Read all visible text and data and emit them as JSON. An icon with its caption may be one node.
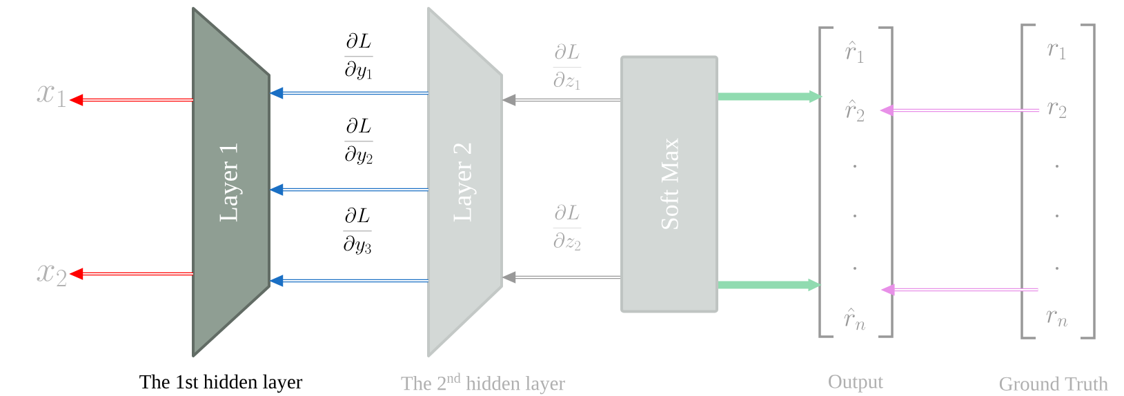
{
  "diagram": {
    "nodes": [
      {
        "text": [
          "x_1"
        ]
      },
      {
        "text": [
          "x_2"
        ]
      },
      {
        "text": [
          "Layer 1"
        ],
        "beside": [
          "The 1st hidden layer"
        ]
      },
      {
        "text": [
          "Layer 2"
        ],
        "beside": [
          "The 2$^{nd}$ hidden layer"
        ]
      },
      {
        "text": [
          "Soft Max"
        ]
      },
      {
        "text": [],
        "shape": "bracket",
        "beside": [
          "Output"
        ]
      },
      {
        "text": [
          "\\hat{r}_1"
        ],
        "in": 5
      },
      {
        "text": [
          "\\hat{r}_2"
        ],
        "in": 5
      },
      {
        "text": [
          "\\cdot"
        ],
        "in": 5
      },
      {
        "text": [
          "\\cdot"
        ],
        "in": 5
      },
      {
        "text": [
          "\\cdot"
        ],
        "in": 5
      },
      {
        "text": [
          "\\hat{r}_n"
        ],
        "in": 5
      },
      {
        "text": [],
        "shape": "bracket",
        "beside": [
          "Ground Truth"
        ]
      },
      {
        "text": [
          "r_1"
        ],
        "in": 12
      },
      {
        "text": [
          "r_2"
        ],
        "in": 12
      },
      {
        "text": [
          "\\cdot"
        ],
        "in": 12
      },
      {
        "text": [
          "\\cdot"
        ],
        "in": 12
      },
      {
        "text": [
          "\\cdot"
        ],
        "in": 12
      },
      {
        "text": [
          "r_n"
        ],
        "in": 12
      }
    ],
    "edges": [
      {
        "from": 2,
        "to": 0,
        "arrow": "to",
        "color": "#ff0000"
      },
      {
        "from": 2,
        "to": 1,
        "arrow": "to",
        "color": "#ff0000"
      },
      {
        "from": 3,
        "to": 2,
        "arrow": "to",
        "label": "\\frac{\\partial L}{\\partial y_1}",
        "color": "#1a6fc4"
      },
      {
        "from": 3,
        "to": 2,
        "arrow": "to",
        "label": "\\frac{\\partial L}{\\partial y_2}",
        "color": "#1a6fc4"
      },
      {
        "from": 3,
        "to": 2,
        "arrow": "to",
        "label": "\\frac{\\partial L}{\\partial y_3}",
        "color": "#1a6fc4"
      },
      {
        "from": 4,
        "to": 3,
        "arrow": "to",
        "label": "\\frac{\\partial L}{\\partial z_1}",
        "color": "#999999"
      },
      {
        "from": 4,
        "to": 3,
        "arrow": "to",
        "label": "\\frac{\\partial L}{\\partial z_2}",
        "color": "#999999"
      },
      {
        "from": 4,
        "to": 7,
        "arrow": "to",
        "style": "thick",
        "color": "#90dbb0"
      },
      {
        "from": 4,
        "to": 11,
        "arrow": "to",
        "style": "thick",
        "color": "#90dbb0"
      },
      {
        "from": 14,
        "to": 7,
        "arrow": "to",
        "color": "#e890e8"
      },
      {
        "from": 18,
        "to": 11,
        "arrow": "to",
        "color": "#e890e8"
      }
    ]
  }
}
